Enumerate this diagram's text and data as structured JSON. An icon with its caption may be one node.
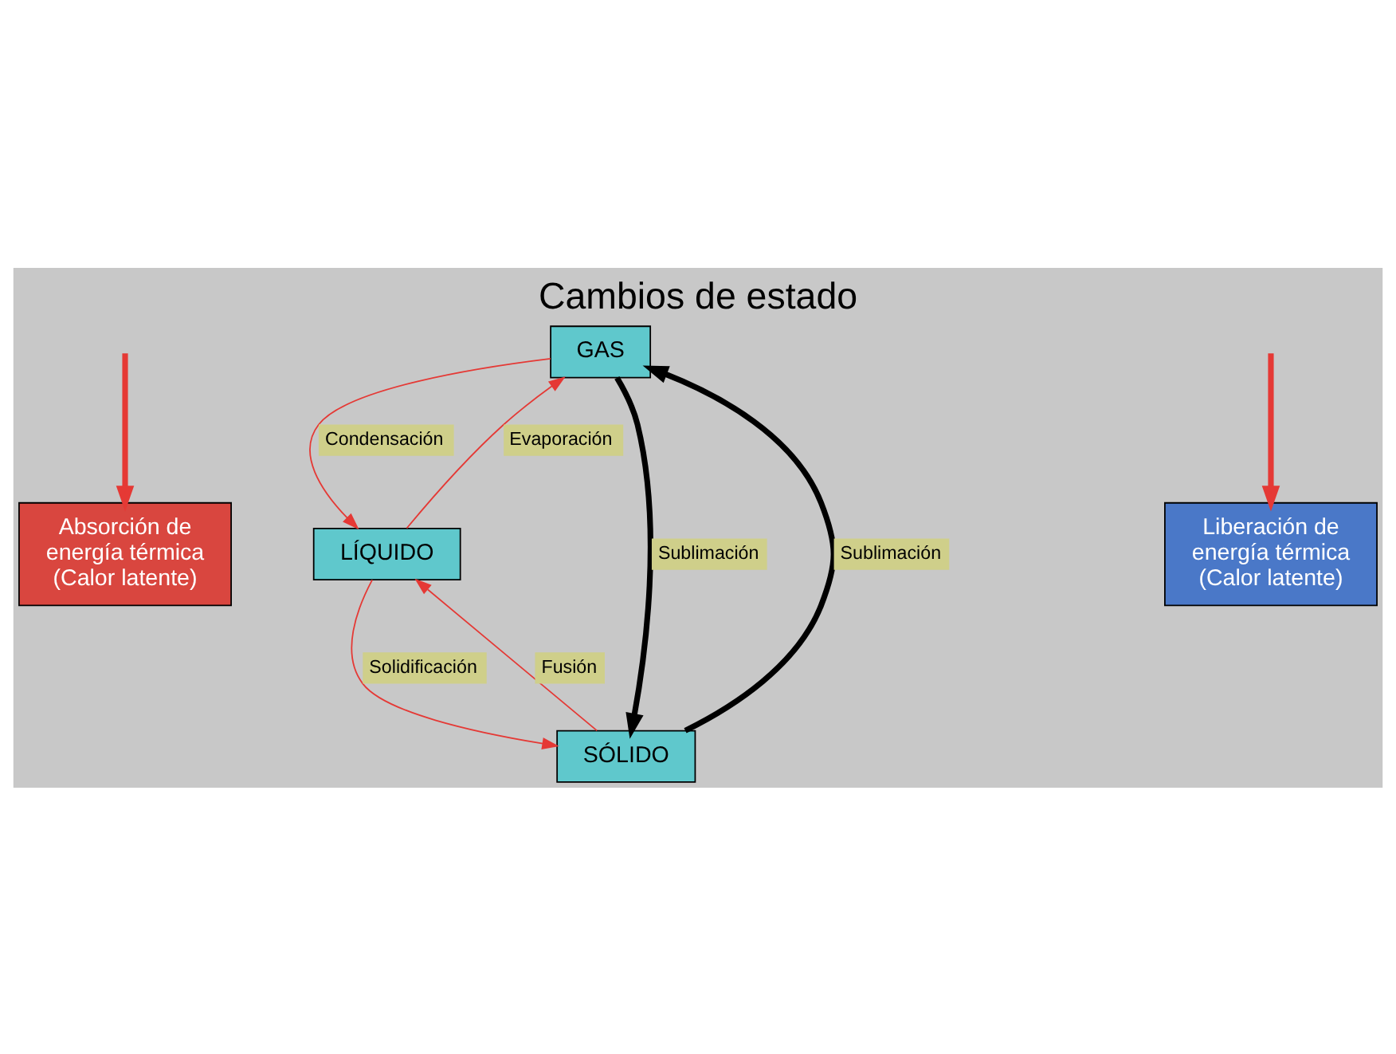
{
  "diagram": {
    "title": "Cambios de estado",
    "nodes": [
      {
        "text": [
          "Absorción de energía térmica (Calor latente)"
        ]
      },
      {
        "text": [
          "GAS"
        ]
      },
      {
        "text": [
          "LÍQUIDO"
        ]
      },
      {
        "text": [
          "SÓLIDO"
        ]
      },
      {
        "text": [
          "Liberación de energía térmica (Calor latente)"
        ]
      }
    ],
    "edges": [
      {
        "from": null,
        "to": 0,
        "arrow": "to",
        "style": "thick",
        "color": "#e53935"
      },
      {
        "from": 3,
        "to": 1,
        "arrow": "to",
        "label": "Sublimación",
        "style": "thick",
        "color": "#000000"
      },
      {
        "from": 1,
        "to": 3,
        "arrow": "to",
        "label": "Sublimación",
        "style": "thick",
        "color": "#000000"
      },
      {
        "from": 2,
        "to": 1,
        "arrow": "to",
        "label": "Evaporación",
        "color": "#e53935"
      },
      {
        "from": 1,
        "to": 2,
        "arrow": "to",
        "label": "Condensación",
        "color": "#e53935"
      },
      {
        "from": 3,
        "to": 2,
        "arrow": "to",
        "label": "Fusión",
        "color": "#e53935"
      },
      {
        "from": 2,
        "to": 3,
        "arrow": "to",
        "label": "Solidificación",
        "color": "#e53935"
      },
      {
        "from": null,
        "to": 4,
        "arrow": "to",
        "style": "thick",
        "color": "#e53935"
      }
    ]
  }
}
